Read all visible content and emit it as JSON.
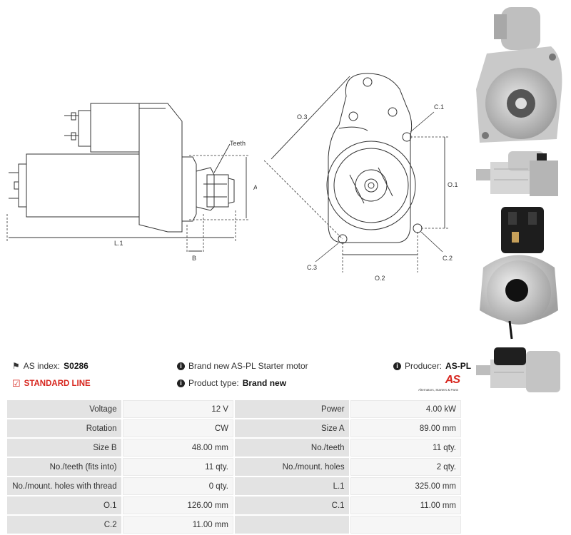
{
  "drawing": {
    "labels": {
      "teeth": "Teeth",
      "a": "A",
      "l1": "L.1",
      "b": "B",
      "o3": "O.3",
      "c1": "C.1",
      "o1": "O.1",
      "c2": "C.2",
      "c3": "C.3",
      "o2": "O.2"
    }
  },
  "info": {
    "as_index_label": "AS index:",
    "as_index_value": "S0286",
    "standard_line": "STANDARD LINE",
    "description": "Brand new AS-PL Starter motor",
    "product_type_label": "Product type:",
    "product_type_value": "Brand new",
    "producer_label": "Producer:",
    "producer_value": "AS-PL",
    "logo_text": "AS",
    "logo_tagline": "Alternators, Starters & Parts"
  },
  "specs": [
    {
      "l1": "Voltage",
      "v1": "12 V",
      "l2": "Power",
      "v2": "4.00 kW"
    },
    {
      "l1": "Rotation",
      "v1": "CW",
      "l2": "Size A",
      "v2": "89.00 mm"
    },
    {
      "l1": "Size B",
      "v1": "48.00 mm",
      "l2": "No./teeth",
      "v2": "11 qty."
    },
    {
      "l1": "No./teeth (fits into)",
      "v1": "11 qty.",
      "l2": "No./mount. holes",
      "v2": "2 qty."
    },
    {
      "l1": "No./mount. holes with thread",
      "v1": "0 qty.",
      "l2": "L.1",
      "v2": "325.00 mm"
    },
    {
      "l1": "O.1",
      "v1": "126.00 mm",
      "l2": "C.1",
      "v2": "11.00 mm"
    },
    {
      "l1": "C.2",
      "v1": "11.00 mm",
      "l2": "",
      "v2": ""
    }
  ],
  "colors": {
    "accent": "#d7261e",
    "label_bg": "#e3e3e3",
    "value_bg": "#f6f6f6"
  }
}
